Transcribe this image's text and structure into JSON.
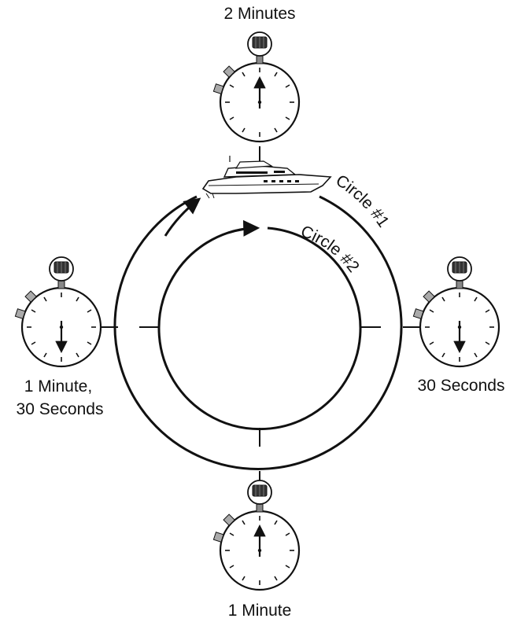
{
  "timer_labels": {
    "top": "2 Minutes",
    "right": "30 Seconds",
    "bottom": "1 Minute",
    "left_line1": "1 Minute,",
    "left_line2": "30 Seconds"
  },
  "circle_labels": {
    "outer": "Circle #1",
    "inner": "Circle #2"
  },
  "icons": {
    "stopwatch": "stopwatch-icon",
    "boat": "motor-yacht-icon"
  },
  "colors": {
    "ink": "#111111",
    "crown_fill": "#333333",
    "background": "#ffffff"
  }
}
